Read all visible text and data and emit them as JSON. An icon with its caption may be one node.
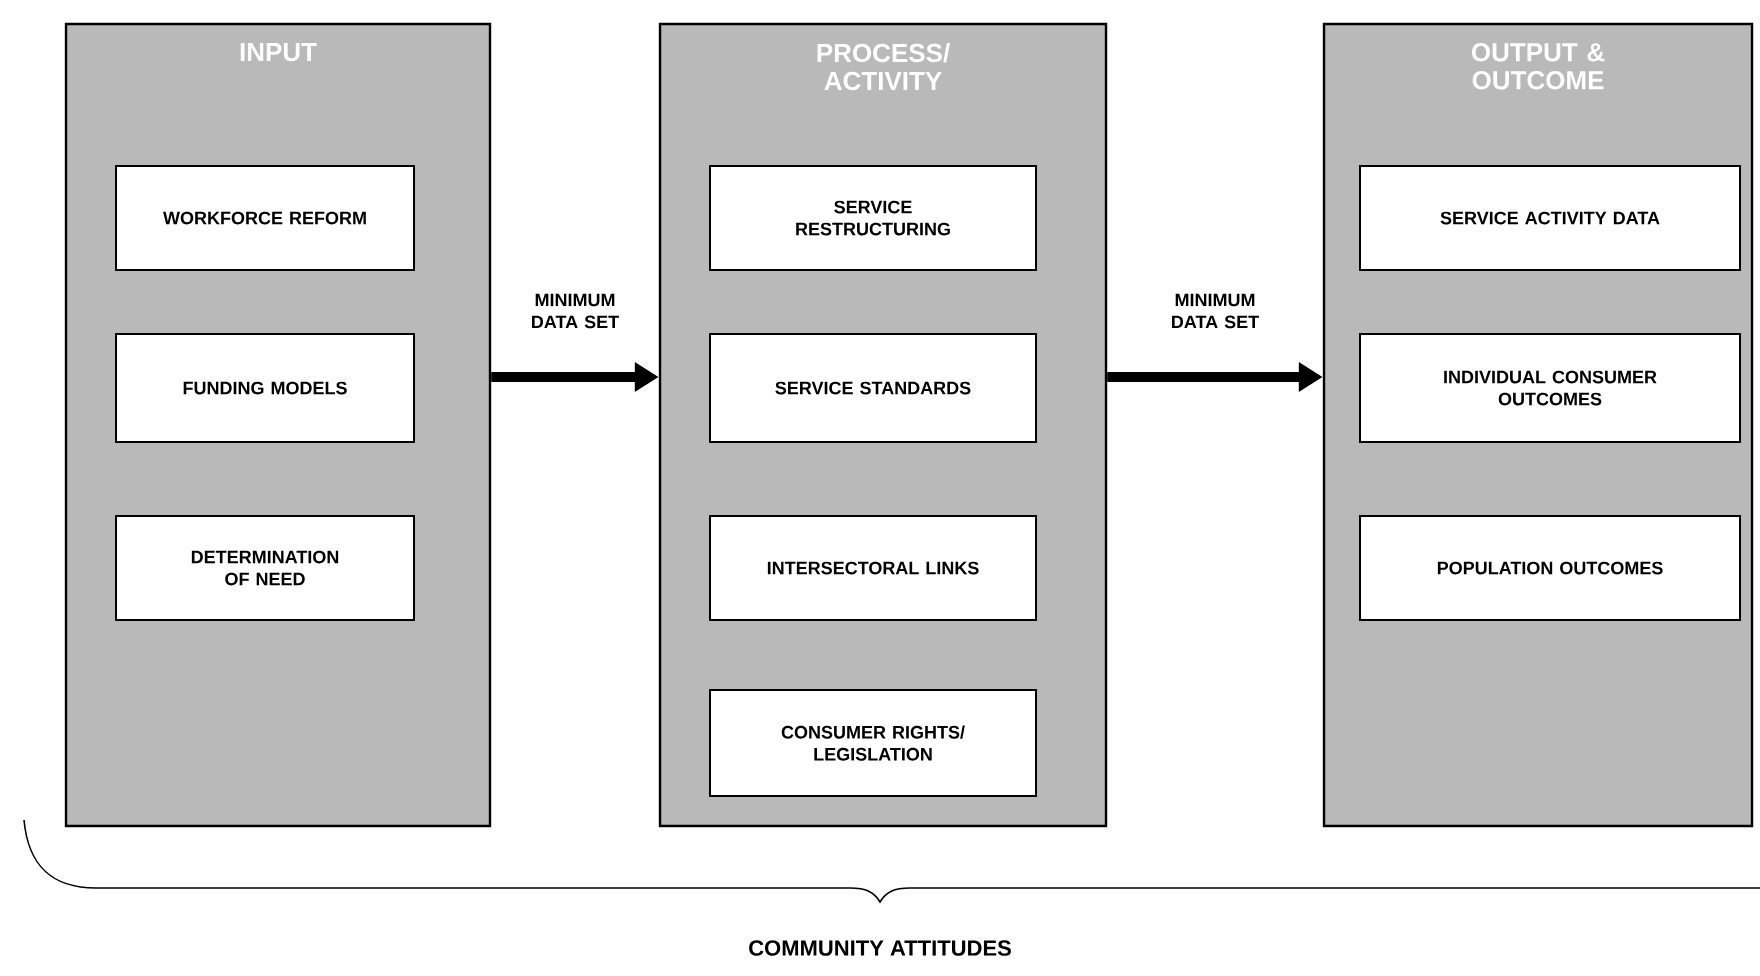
{
  "diagram": {
    "nodes": [
      {
        "text": [
          "INPUT"
        ]
      },
      {
        "text": [
          "WORKFORCE REFORM"
        ],
        "in": 0
      },
      {
        "text": [
          "FUNDING MODELS"
        ],
        "in": 0
      },
      {
        "text": [
          "DETERMINATION OF NEED"
        ],
        "in": 0
      },
      {
        "text": [
          "PROCESS/ ACTIVITY"
        ]
      },
      {
        "text": [
          "SERVICE RESTRUCTURING"
        ],
        "in": 4
      },
      {
        "text": [
          "SERVICE STANDARDS"
        ],
        "in": 4
      },
      {
        "text": [
          "INTERSECTORAL LINKS"
        ],
        "in": 4
      },
      {
        "text": [
          "CONSUMER RIGHTS/ LEGISLATION"
        ],
        "in": 4
      },
      {
        "text": [
          "OUTPUT & OUTCOME"
        ]
      },
      {
        "text": [
          "SERVICE ACTIVITY DATA"
        ],
        "in": 9
      },
      {
        "text": [
          "INDIVIDUAL CONSUMER OUTCOMES"
        ],
        "in": 9
      },
      {
        "text": [
          "POPULATION OUTCOMES"
        ],
        "in": 9
      }
    ],
    "edges": [
      {
        "from": 0,
        "to": 4,
        "arrow": "to",
        "label": "MINIMUM DATA SET"
      },
      {
        "from": 4,
        "to": 9,
        "arrow": "to",
        "label": "MINIMUM DATA SET"
      }
    ],
    "labels": [
      "COMMUNITY ATTITUDES"
    ]
  }
}
